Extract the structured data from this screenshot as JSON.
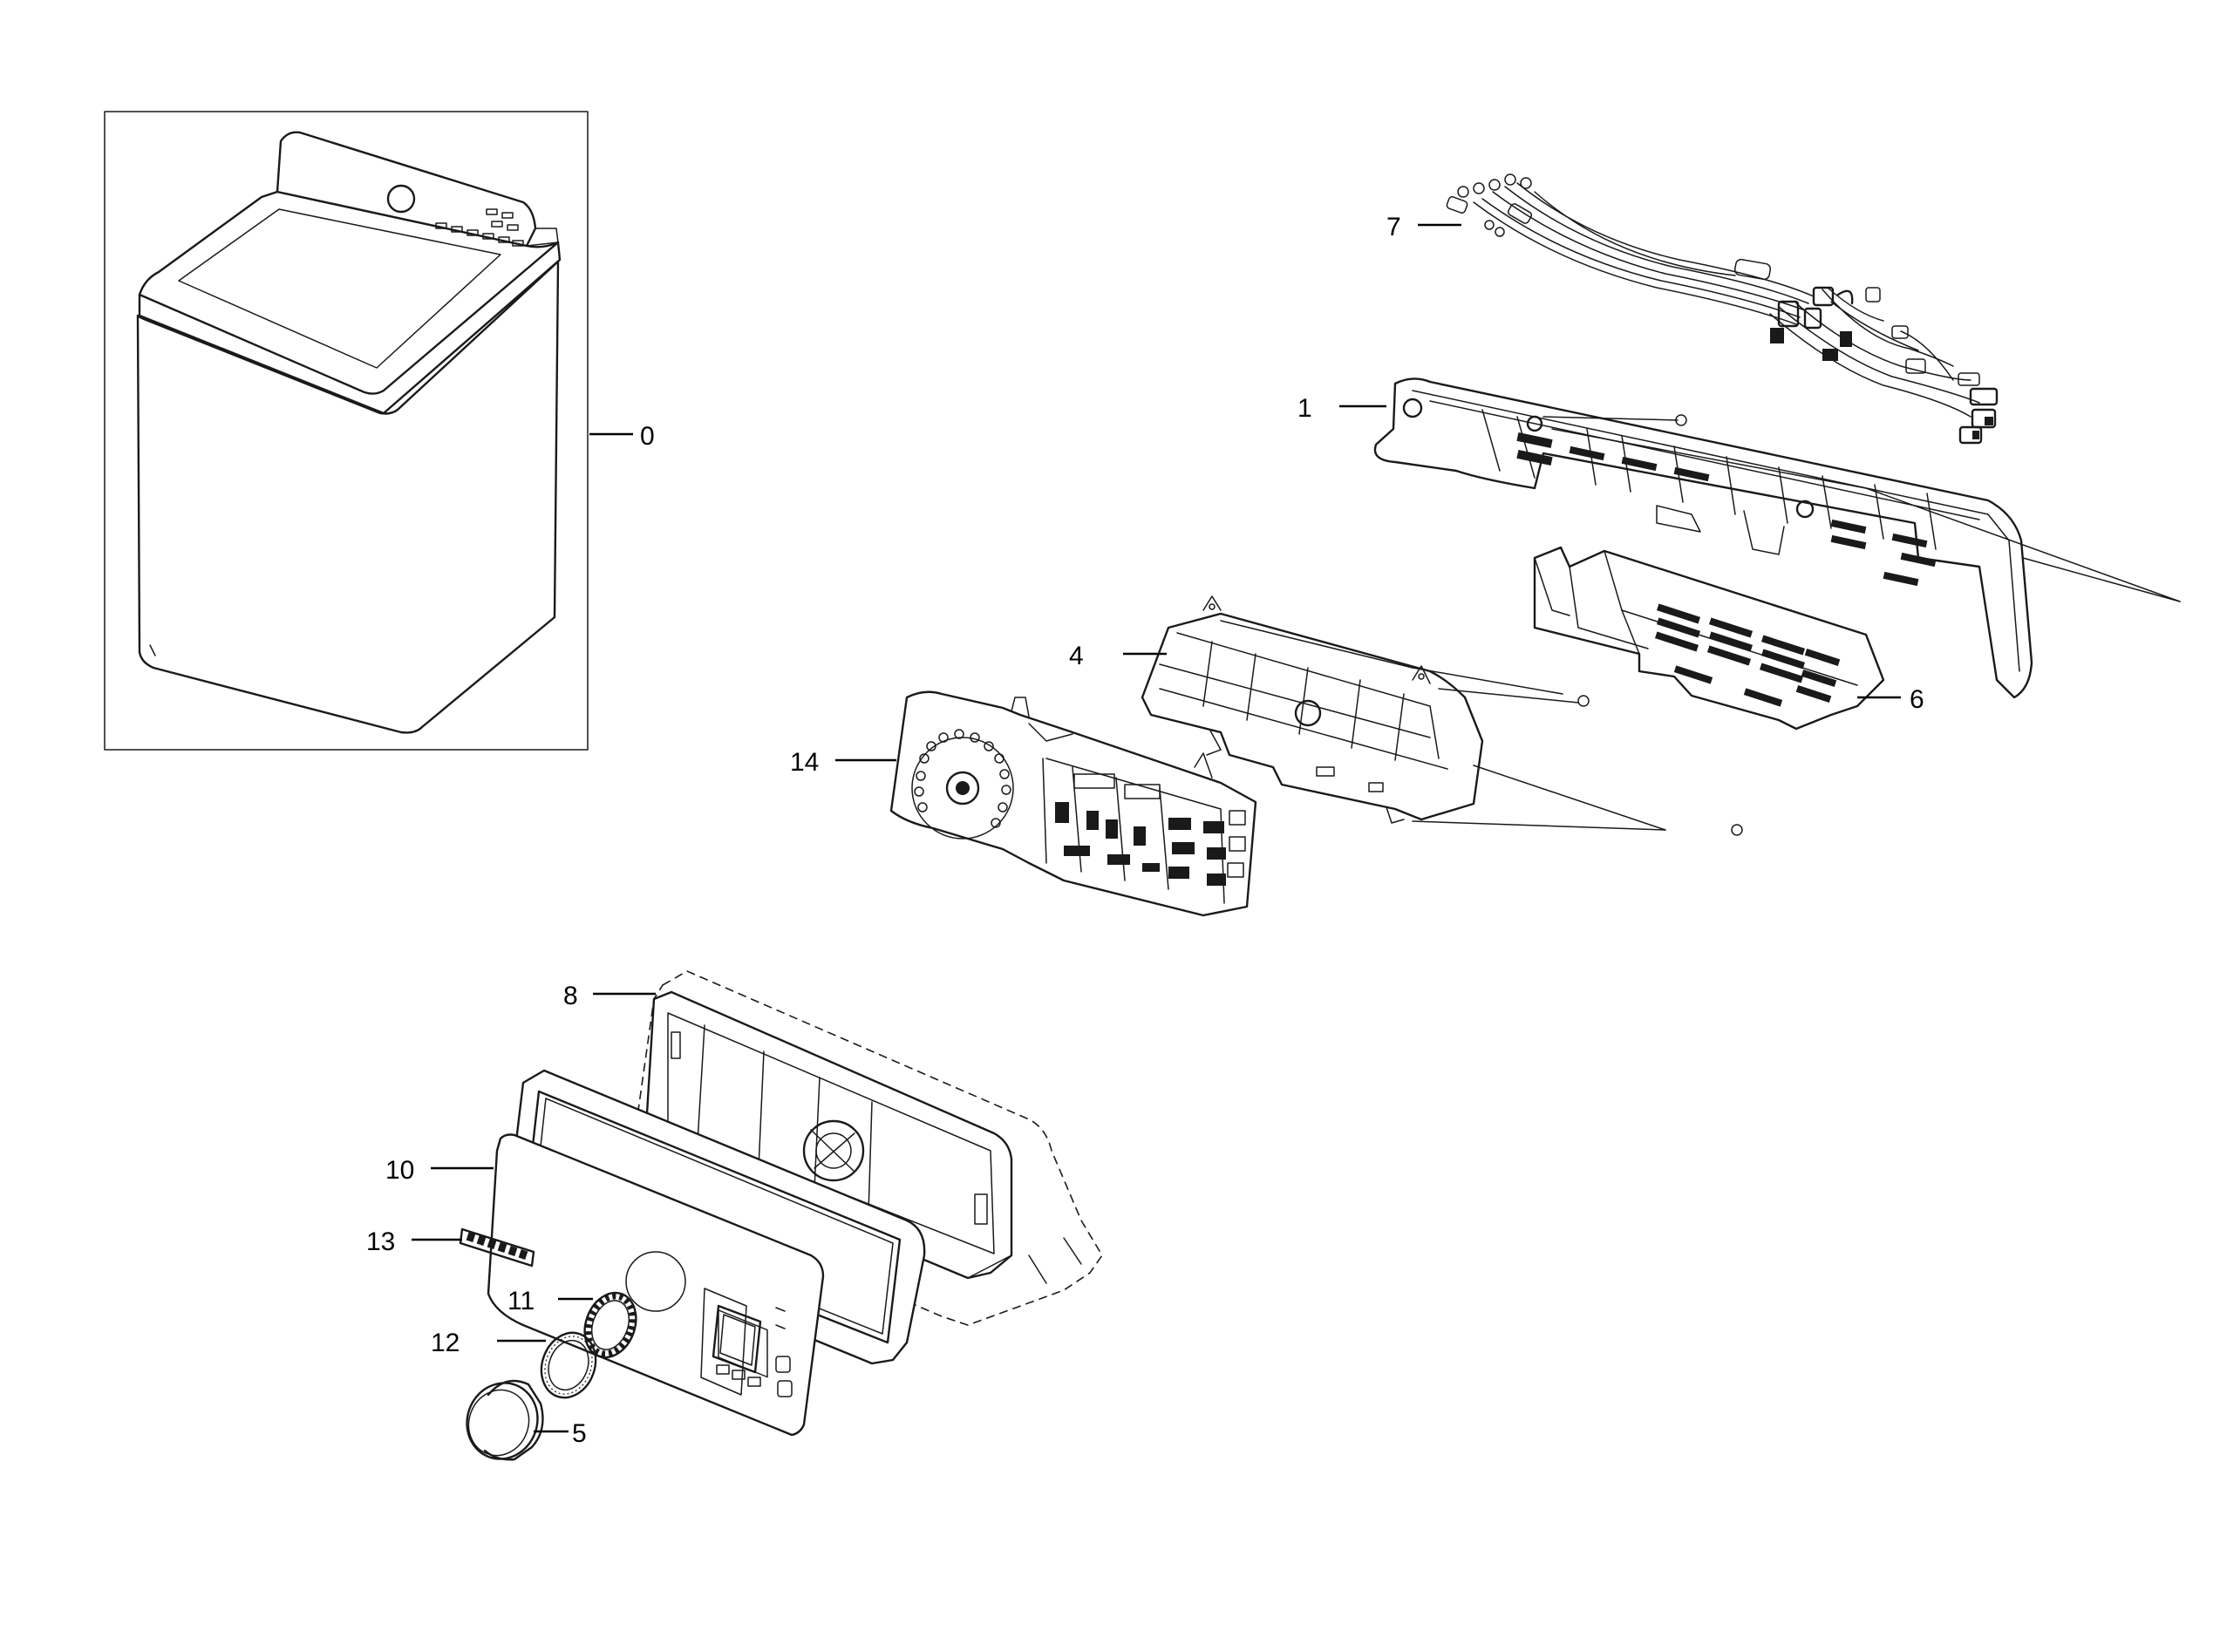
{
  "callouts": [
    {
      "id": "0",
      "label": "0"
    },
    {
      "id": "1",
      "label": "1"
    },
    {
      "id": "4",
      "label": "4"
    },
    {
      "id": "5",
      "label": "5"
    },
    {
      "id": "6",
      "label": "6"
    },
    {
      "id": "7",
      "label": "7"
    },
    {
      "id": "8",
      "label": "8"
    },
    {
      "id": "10",
      "label": "10"
    },
    {
      "id": "11",
      "label": "11"
    },
    {
      "id": "12",
      "label": "12"
    },
    {
      "id": "13",
      "label": "13"
    },
    {
      "id": "14",
      "label": "14"
    }
  ]
}
